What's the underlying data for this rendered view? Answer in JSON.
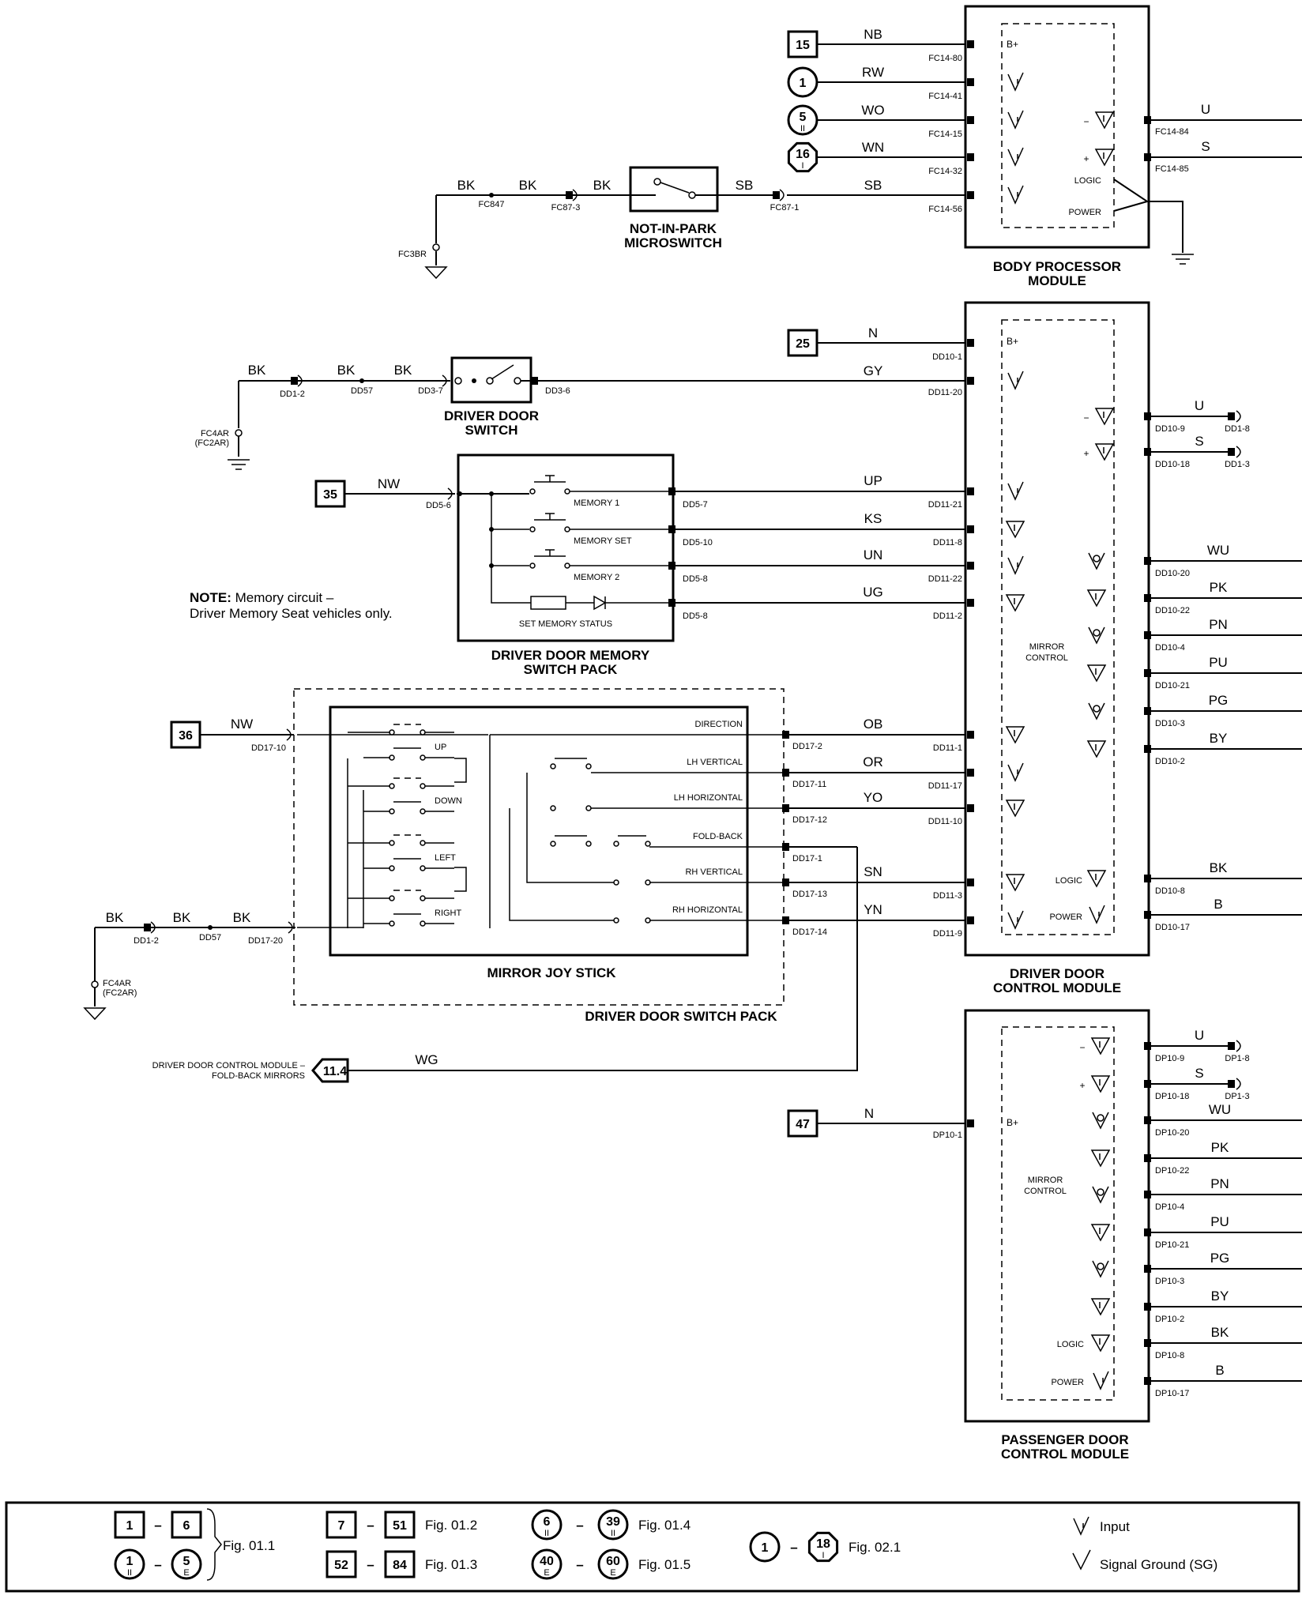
{
  "modules": {
    "bpm": "BODY PROCESSOR\nMODULE",
    "ddcm": "DRIVER DOOR\nCONTROL MODULE",
    "pdcm": "PASSENGER DOOR\nCONTROL MODULE",
    "mirror_control": "MIRROR\nCONTROL",
    "logic": "LOGIC",
    "power": "POWER",
    "bplus": "B+"
  },
  "components": {
    "not_in_park": "NOT-IN-PARK\nMICROSWITCH",
    "driver_door_switch": "DRIVER DOOR\nSWITCH",
    "memory_pack": "DRIVER DOOR MEMORY\nSWITCH PACK",
    "joystick": "MIRROR JOY STICK",
    "door_switch_pack": "DRIVER DOOR SWITCH PACK",
    "memory_switches": [
      "MEMORY 1",
      "MEMORY SET",
      "MEMORY 2",
      "SET MEMORY STATUS"
    ],
    "joystick_switches": [
      "UP",
      "DOWN",
      "LEFT",
      "RIGHT"
    ],
    "joystick_outputs": [
      "DIRECTION",
      "LH VERTICAL",
      "LH HORIZONTAL",
      "FOLD-BACK",
      "RH VERTICAL",
      "RH HORIZONTAL"
    ]
  },
  "note": {
    "label": "NOTE:",
    "text1": " Memory circuit –",
    "text2": "Driver Memory Seat vehicles only."
  },
  "offpage": {
    "label": "DRIVER DOOR CONTROL MODULE –\nFOLD-BACK MIRRORS",
    "ref": "11.4",
    "wire": "WG"
  },
  "feeds": [
    {
      "ref": "15",
      "shape": "square",
      "wire": "NB",
      "pin": "FC14-80"
    },
    {
      "ref": "1",
      "shape": "circle",
      "wire": "RW",
      "pin": "FC14-41"
    },
    {
      "ref": "5",
      "sub": "II",
      "shape": "circle",
      "wire": "WO",
      "pin": "FC14-15"
    },
    {
      "ref": "16",
      "sub": "I",
      "shape": "oct",
      "wire": "WN",
      "pin": "FC14-32"
    },
    {
      "ref": "25",
      "shape": "square",
      "wire": "N",
      "pin": "DD10-1"
    },
    {
      "ref": "35",
      "shape": "square",
      "wire": "NW",
      "pin": "DD5-6"
    },
    {
      "ref": "36",
      "shape": "square",
      "wire": "NW",
      "pin": "DD17-10"
    },
    {
      "ref": "47",
      "shape": "square",
      "wire": "N",
      "pin": "DP10-1"
    }
  ],
  "npm_chain": {
    "wires": [
      "BK",
      "BK",
      "BK",
      "SB",
      "SB"
    ],
    "pins": [
      "FC847",
      "FC87-3",
      "FC87-1",
      "FC14-56"
    ],
    "ground": "FC3BR"
  },
  "dds_chain": {
    "wires": [
      "BK",
      "BK",
      "BK",
      "GY"
    ],
    "pins": [
      "DD1-2",
      "DD57",
      "DD3-7",
      "DD3-6",
      "DD11-20"
    ],
    "ground": "FC4AR\n(FC2AR)"
  },
  "memory_wires": [
    {
      "wire": "UP",
      "pin_left": "DD5-7",
      "pin_right": "DD11-21"
    },
    {
      "wire": "KS",
      "pin_left": "DD5-10",
      "pin_right": "DD11-8"
    },
    {
      "wire": "UN",
      "pin_left": "DD5-8",
      "pin_right": "DD11-22"
    },
    {
      "wire": "UG",
      "pin_left": "DD5-8",
      "pin_right": "DD11-2"
    }
  ],
  "joystick_wires": [
    {
      "wire": "OB",
      "pin_left": "DD17-2",
      "pin_right": "DD11-1"
    },
    {
      "wire": "OR",
      "pin_left": "DD17-11",
      "pin_right": "DD11-17"
    },
    {
      "wire": "YO",
      "pin_left": "DD17-12",
      "pin_right": "DD11-10"
    },
    {
      "wire": "",
      "pin_left": "DD17-1",
      "pin_right": ""
    },
    {
      "wire": "SN",
      "pin_left": "DD17-13",
      "pin_right": "DD11-3"
    },
    {
      "wire": "YN",
      "pin_left": "DD17-14",
      "pin_right": "DD11-9"
    }
  ],
  "js_ground": {
    "wires": [
      "BK",
      "BK",
      "BK"
    ],
    "pins": [
      "DD1-2",
      "DD57",
      "DD17-20"
    ],
    "ground": "FC4AR\n(FC2AR)"
  },
  "bpm_outputs": [
    {
      "wire": "U",
      "pin": "FC14-84"
    },
    {
      "wire": "S",
      "pin": "FC14-85"
    }
  ],
  "ddcm_outputs": [
    {
      "wire": "U",
      "pin": "DD10-9",
      "ext": "DD1-8"
    },
    {
      "wire": "S",
      "pin": "DD10-18",
      "ext": "DD1-3"
    },
    {
      "wire": "WU",
      "pin": "DD10-20"
    },
    {
      "wire": "PK",
      "pin": "DD10-22"
    },
    {
      "wire": "PN",
      "pin": "DD10-4"
    },
    {
      "wire": "PU",
      "pin": "DD10-21"
    },
    {
      "wire": "PG",
      "pin": "DD10-3"
    },
    {
      "wire": "BY",
      "pin": "DD10-2"
    },
    {
      "wire": "BK",
      "pin": "DD10-8"
    },
    {
      "wire": "B",
      "pin": "DD10-17"
    }
  ],
  "pdcm_outputs": [
    {
      "wire": "U",
      "pin": "DP10-9",
      "ext": "DP1-8"
    },
    {
      "wire": "S",
      "pin": "DP10-18",
      "ext": "DP1-3"
    },
    {
      "wire": "WU",
      "pin": "DP10-20"
    },
    {
      "wire": "PK",
      "pin": "DP10-22"
    },
    {
      "wire": "PN",
      "pin": "DP10-4"
    },
    {
      "wire": "PU",
      "pin": "DP10-21"
    },
    {
      "wire": "PG",
      "pin": "DP10-3"
    },
    {
      "wire": "BY",
      "pin": "DP10-2"
    },
    {
      "wire": "BK",
      "pin": "DP10-8"
    },
    {
      "wire": "B",
      "pin": "DP10-17"
    }
  ],
  "legend": {
    "groups": [
      {
        "a": "1",
        "b": "6",
        "shape": "square",
        "fig": "Fig. 01.1"
      },
      {
        "a": "1",
        "asub": "II",
        "b": "5",
        "bsub": "E",
        "shape": "circle",
        "fig": ""
      },
      {
        "a": "7",
        "b": "51",
        "shape": "square",
        "fig": "Fig. 01.2"
      },
      {
        "a": "52",
        "b": "84",
        "shape": "square",
        "fig": "Fig. 01.3"
      },
      {
        "a": "6",
        "asub": "II",
        "b": "39",
        "bsub": "II",
        "shape": "circle",
        "fig": "Fig. 01.4"
      },
      {
        "a": "40",
        "asub": "E",
        "b": "60",
        "bsub": "E",
        "shape": "circle",
        "fig": "Fig. 01.5"
      },
      {
        "a": "1",
        "b": "18",
        "bsub": "I",
        "shape": "oct",
        "fig": "Fig. 02.1"
      }
    ],
    "dash": "–",
    "input": "Input",
    "signal_ground": "Signal Ground (SG)"
  }
}
